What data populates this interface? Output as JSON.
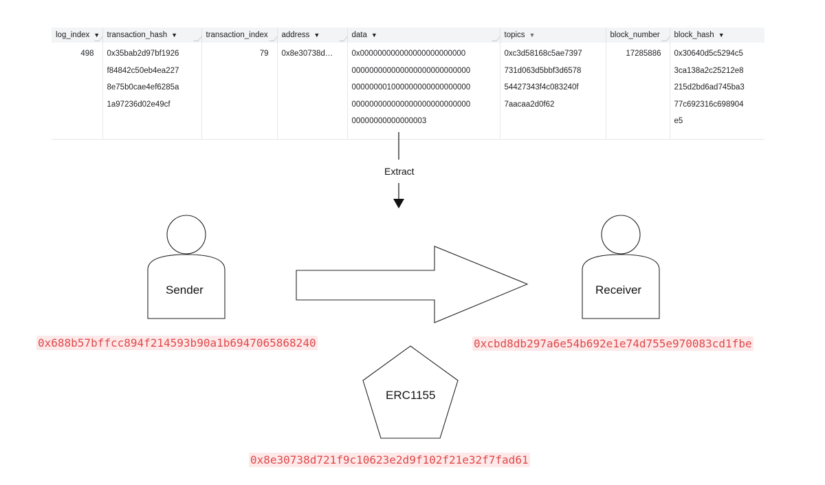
{
  "table": {
    "columns": [
      {
        "label": "log_index",
        "caret": "▼"
      },
      {
        "label": "transaction_hash",
        "caret": "▼"
      },
      {
        "label": "transaction_index",
        "caret": ""
      },
      {
        "label": "address",
        "caret": "▼"
      },
      {
        "label": "data",
        "caret": "▼"
      },
      {
        "label": "topics",
        "caret": "▼"
      },
      {
        "label": "block_number",
        "caret": ""
      },
      {
        "label": "block_hash",
        "caret": "▼"
      }
    ],
    "row": {
      "log_index": "498",
      "transaction_hash": [
        "0x35bab2d97bf1926",
        "f84842c50eb4ea227",
        "8e75b0cae4ef6285a",
        "1a97236d02e49cf"
      ],
      "transaction_index": "79",
      "address": "0x8e30738d…",
      "data": [
        "0x000000000000000000000000",
        "000000000000000000000000000",
        "000000001000000000000000000",
        "000000000000000000000000000",
        "00000000000000003"
      ],
      "topics": [
        "0xc3d58168c5ae7397",
        "731d063d5bbf3d6578",
        "54427343f4c083240f",
        "7aacaa2d0f62"
      ],
      "block_number": "17285886",
      "block_hash": [
        "0x30640d5c5294c5",
        "3ca138a2c25212e8",
        "215d2bd6ad745ba3",
        "77c692316c698904",
        "e5"
      ]
    }
  },
  "diagram": {
    "extract_label": "Extract",
    "sender_label": "Sender",
    "receiver_label": "Receiver",
    "token_label": "ERC1155",
    "sender_address": "0x688b57bffcc894f214593b90a1b6947065868240",
    "receiver_address": "0xcbd8db297a6e54b692e1e74d755e970083cd1fbe",
    "token_address": "0x8e30738d721f9c10623e2d9f102f21e32f7fad61",
    "colors": {
      "address_text": "#e0484a",
      "address_bg": "#fde9e9",
      "header_bg": "#f3f4f6"
    }
  }
}
